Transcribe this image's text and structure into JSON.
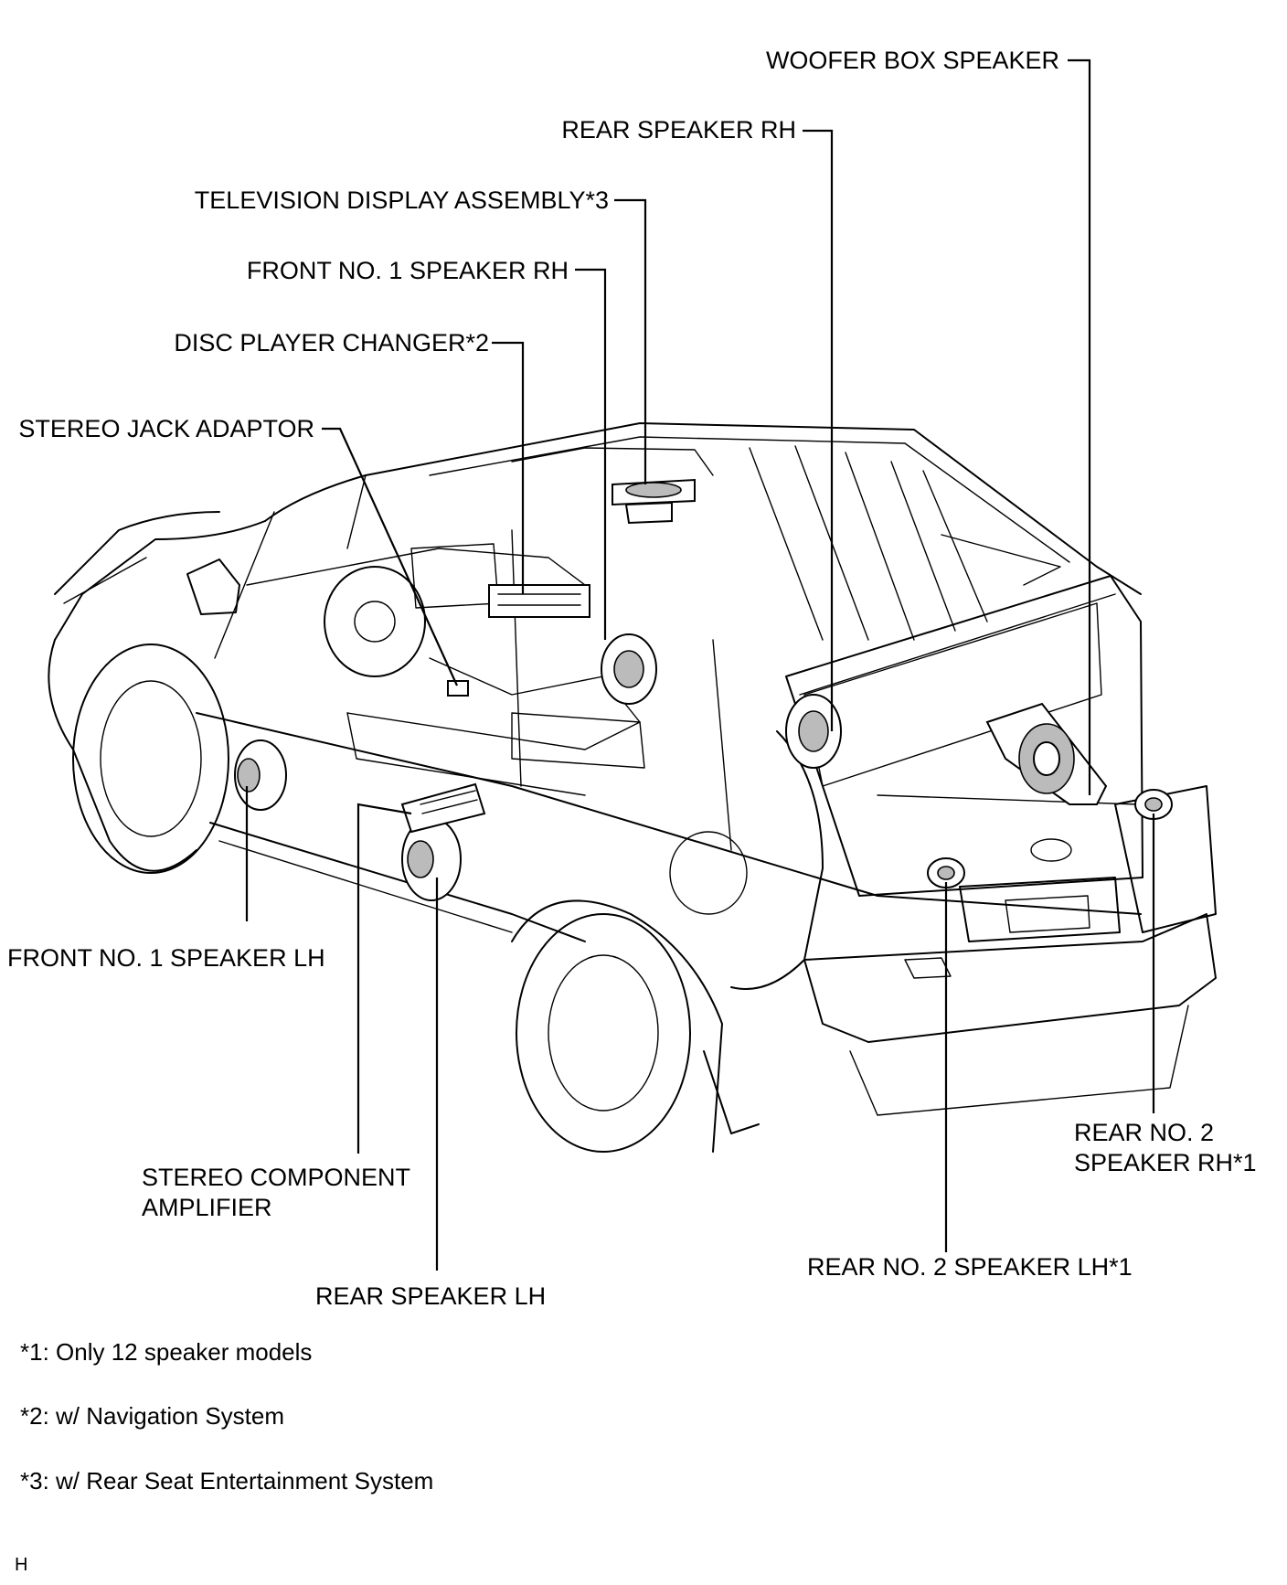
{
  "labels": {
    "woofer_box_speaker": "WOOFER BOX SPEAKER",
    "rear_speaker_rh": "REAR SPEAKER RH",
    "television_display_assembly": "TELEVISION DISPLAY ASSEMBLY*3",
    "front_no1_speaker_rh": "FRONT NO. 1 SPEAKER RH",
    "disc_player_changer": "DISC PLAYER CHANGER*2",
    "stereo_jack_adaptor": "STEREO JACK ADAPTOR",
    "front_no1_speaker_lh": "FRONT  NO. 1 SPEAKER LH",
    "stereo_component_amplifier_line1": "STEREO COMPONENT",
    "stereo_component_amplifier_line2": "AMPLIFIER",
    "rear_speaker_lh": "REAR SPEAKER LH",
    "rear_no2_speaker_lh": "REAR NO. 2 SPEAKER LH*1",
    "rear_no2_speaker_rh_line1": "REAR NO. 2",
    "rear_no2_speaker_rh_line2": "SPEAKER RH*1"
  },
  "notes": [
    "*1: Only 12 speaker models",
    "*2: w/ Navigation System",
    "*3: w/ Rear Seat Entertainment System"
  ],
  "corner_mark": "H"
}
